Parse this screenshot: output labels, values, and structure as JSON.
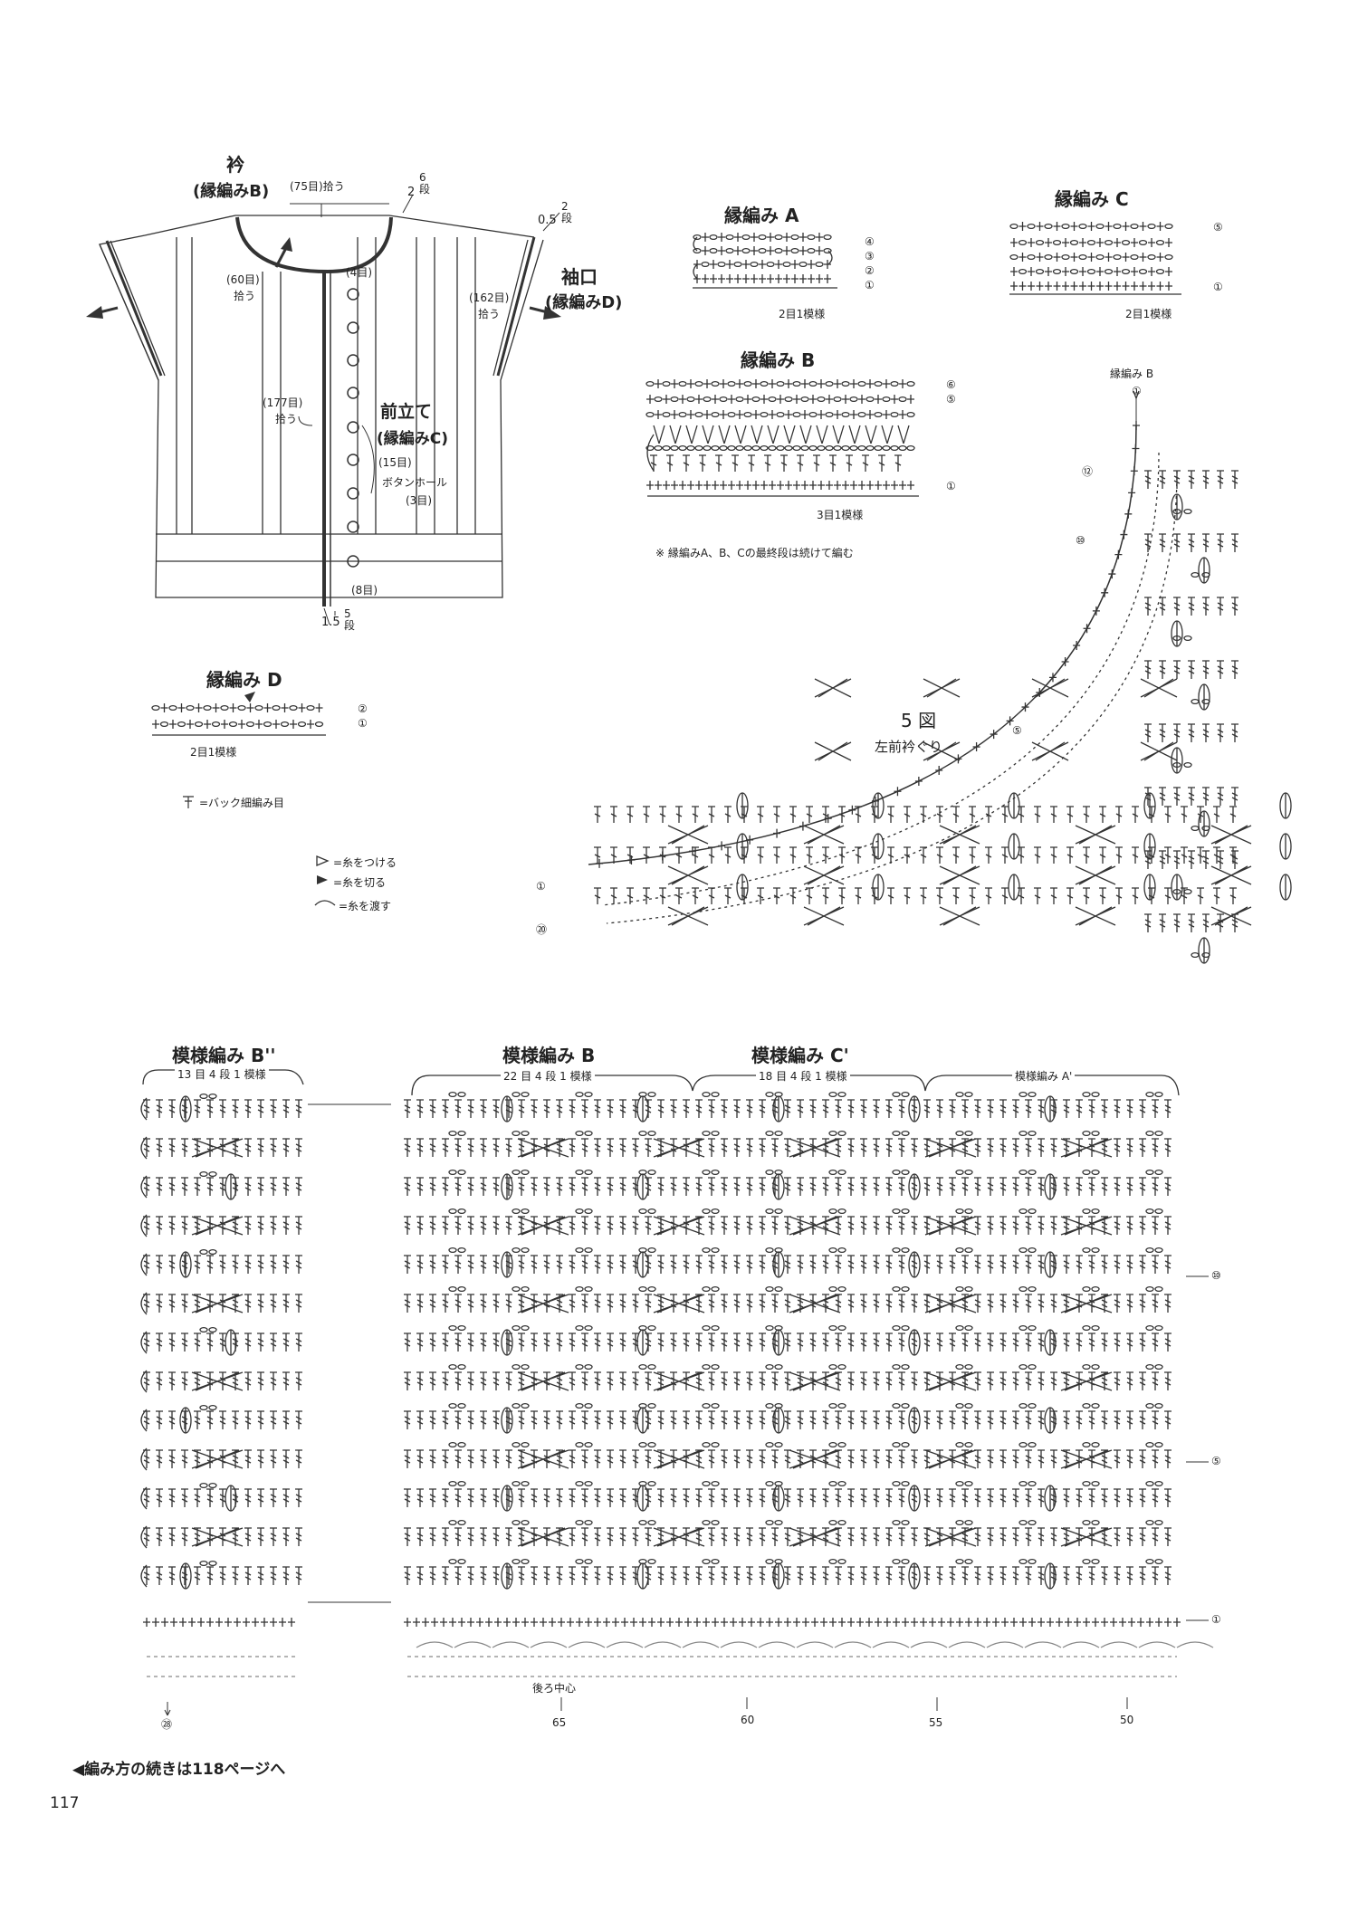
{
  "page": {
    "number": "117",
    "continuation_note": "◀編み方の続きは118ページへ"
  },
  "garment": {
    "collar_title": "衿",
    "collar_sub": "(縁編みB)",
    "collar_pickup": "(75目)拾う",
    "dim_top": "2",
    "rows_top": "6段",
    "sleeve_dim": "0.5",
    "sleeve_rows": "2段",
    "cuff_title": "袖口",
    "cuff_sub": "(縁編みD)",
    "neck_pickup": "(60目)",
    "neck_pickup2": "拾う",
    "four": "(4目)",
    "cuff_pickup": "(162目)",
    "cuff_pickup2": "拾う",
    "front_pickup": "(177目)",
    "front_pickup2": "拾う",
    "front_title": "前立て",
    "front_sub": "(縁編みC)",
    "fifteen": "(15目)",
    "buttonhole": "ボタンホール",
    "three": "(3目)",
    "eight": "(8目)",
    "dim_bottom": "1.5",
    "rows_bottom": "5段"
  },
  "edgings": {
    "a_title": "縁編み A",
    "a_repeat": "2目1模様",
    "c_title": "縁編み C",
    "c_repeat": "2目1模様",
    "b_title": "縁編み B",
    "b_repeat": "3目1模様",
    "note": "※ 縁編みA、B、Cの最終段は続けて編む",
    "d_title": "縁編み D",
    "d_repeat": "2目1模様"
  },
  "row_marks": {
    "r1": "①",
    "r2": "②",
    "r3": "③",
    "r4": "④",
    "r5": "⑤",
    "r6": "⑥",
    "r10": "⑩",
    "r12": "⑫",
    "r20": "⑳"
  },
  "legend": {
    "back_sc": "=バック細編み目",
    "join": "=糸をつける",
    "cut": "=糸を切る",
    "pass": "=糸を渡す"
  },
  "fig5": {
    "label": "縁編み B",
    "title": "5 図",
    "subtitle": "左前衿ぐり"
  },
  "main_chart": {
    "b2_title": "模様編み B''",
    "b2_repeat": "13 目 4 段 1 模様",
    "b_title": "模様編み B",
    "b_repeat": "22 目 4 段 1 模様",
    "c_title": "模様編み C'",
    "c_repeat": "18 目 4 段 1 模様",
    "a_title": "模様編み A'",
    "center": "後ろ中心",
    "n28": "㉘",
    "n65": "65",
    "n60": "60",
    "n55": "55",
    "n50": "50"
  }
}
